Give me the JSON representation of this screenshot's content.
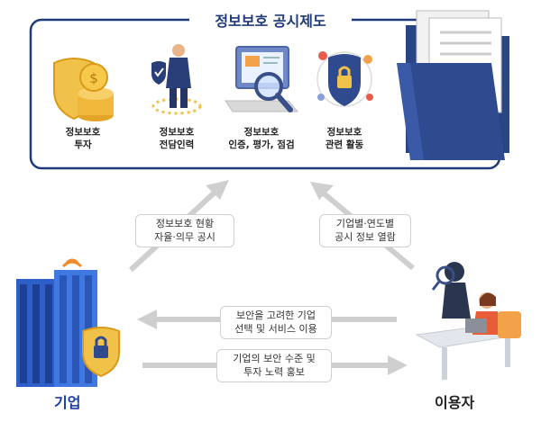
{
  "panel": {
    "title": "정보보호 공시제도",
    "items": [
      {
        "label": "정보보호\n투자"
      },
      {
        "label": "정보보호\n전담인력"
      },
      {
        "label": "정보보호\n인증, 평가, 점검"
      },
      {
        "label": "정보보호\n관련 활동"
      }
    ]
  },
  "flows": {
    "company_to_system": "정보보호 현황\n자율·의무 공시",
    "user_from_system": "기업별·연도별\n공시 정보 열람",
    "user_to_company": "보안을 고려한 기업\n선택 및 서비스 이용",
    "company_to_user": "기업의 보안 수준 및\n투자 노력 홍보"
  },
  "actors": {
    "company": "기업",
    "user": "이용자"
  },
  "colors": {
    "panel_border": "#1f3a7a",
    "arrow": "#cfcfcf",
    "company_label": "#1a3fa3",
    "user_label": "#222222",
    "folder": "#2f4a8f",
    "shield": "#e8a92a"
  }
}
